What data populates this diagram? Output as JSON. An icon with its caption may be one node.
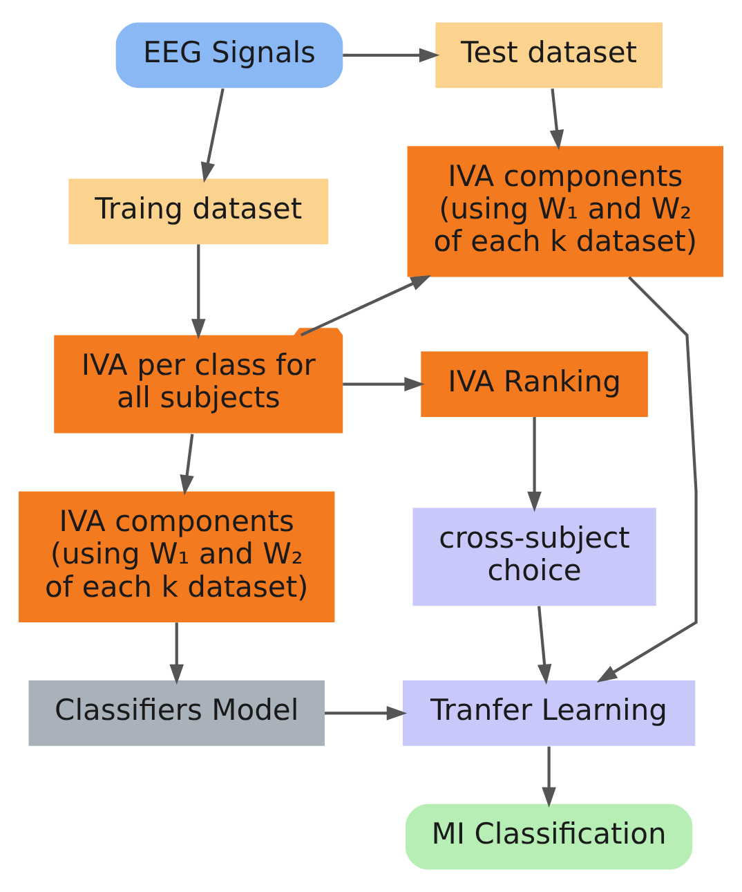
{
  "diagram": {
    "nodes": [
      {
        "text": [
          "EEG Signals"
        ]
      },
      {
        "text": [
          "Test dataset"
        ]
      },
      {
        "text": [
          "Traing dataset"
        ]
      },
      {
        "text": [
          "IVA components (using W₁ and W₂ of each k dataset)"
        ]
      },
      {
        "text": [
          "IVA per class for all subjects"
        ]
      },
      {
        "text": [
          "IVA Ranking"
        ]
      },
      {
        "text": [
          "IVA components (using W₁ and W₂ of each k dataset)"
        ]
      },
      {
        "text": [
          "cross-subject choice"
        ]
      },
      {
        "text": [
          "Classifiers Model"
        ]
      },
      {
        "text": [
          "Tranfer Learning"
        ]
      },
      {
        "text": [
          "MI Classification"
        ]
      }
    ],
    "edges": [
      {
        "from": 0,
        "to": 1,
        "arrow": "to"
      },
      {
        "from": 0,
        "to": 2,
        "arrow": "to"
      },
      {
        "from": 1,
        "to": 3,
        "arrow": "to"
      },
      {
        "from": 2,
        "to": 4,
        "arrow": "to"
      },
      {
        "from": 4,
        "to": 3,
        "arrow": "to"
      },
      {
        "from": 4,
        "to": 5,
        "arrow": "to"
      },
      {
        "from": 4,
        "to": 6,
        "arrow": "to"
      },
      {
        "from": 5,
        "to": 7,
        "arrow": "to"
      },
      {
        "from": 6,
        "to": 8,
        "arrow": "to"
      },
      {
        "from": 3,
        "to": 9,
        "arrow": "to"
      },
      {
        "from": 8,
        "to": 9,
        "arrow": "to"
      },
      {
        "from": 7,
        "to": 9,
        "arrow": "to"
      },
      {
        "from": 9,
        "to": 10,
        "arrow": "to"
      }
    ]
  }
}
